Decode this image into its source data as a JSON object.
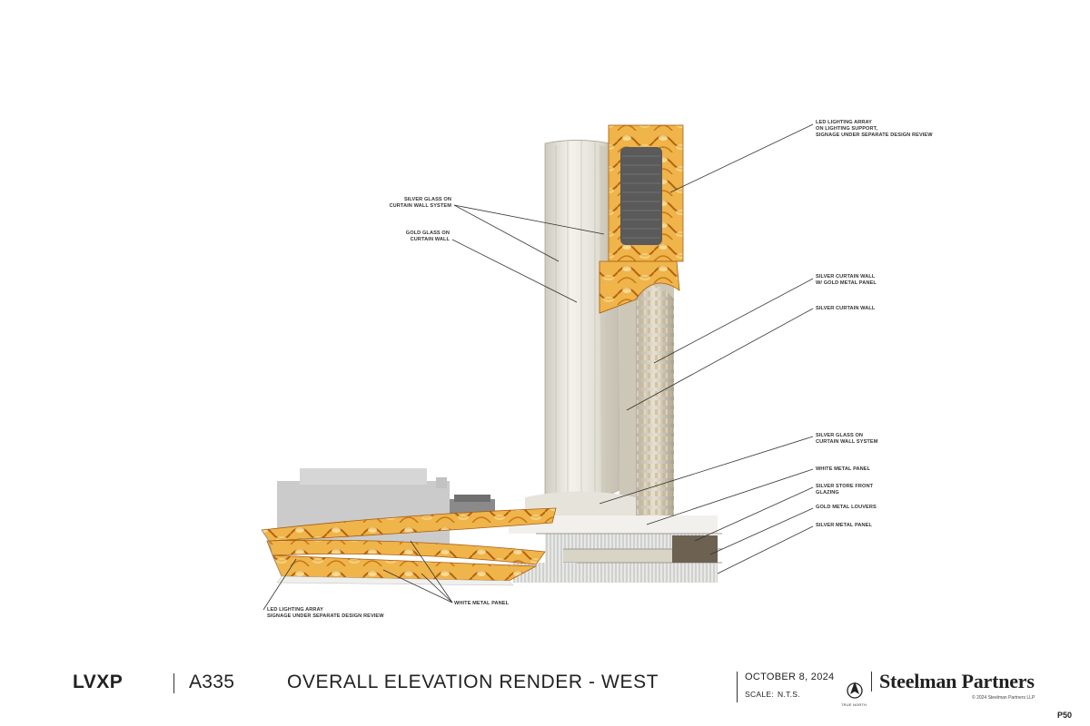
{
  "callouts": {
    "led_top": "LED LIGHTING ARRAY\nON LIGHTING SUPPORT,\nSIGNAGE UNDER SEPARATE DESIGN REVIEW",
    "silver_glass_tower": "SILVER GLASS ON\nCURTAIN WALL SYSTEM",
    "gold_glass": "GOLD GLASS ON\nCURTAIN WALL",
    "silver_curtain_gold_panel": "SILVER CURTAIN WALL\nW/ GOLD METAL PANEL",
    "silver_curtain_wall": "SILVER CURTAIN WALL",
    "silver_glass_base": "SILVER GLASS ON\nCURTAIN WALL SYSTEM",
    "white_metal_panel_right": "WHITE METAL PANEL",
    "silver_store_front": "SILVER STORE FRONT\nGLAZING",
    "gold_louvers": "GOLD METAL LOUVERS",
    "silver_metal_panel": "SILVER METAL PANEL",
    "led_bottom": "LED LIGHTING ARRAY\nSIGNAGE UNDER SEPARATE DESIGN REVIEW",
    "white_metal_panel_bottom": "WHITE METAL PANEL"
  },
  "title_block": {
    "project": "LVXP",
    "sheet": "A335",
    "title": "OVERALL ELEVATION RENDER - WEST",
    "date": "OCTOBER 8, 2024",
    "scale_label": "SCALE:",
    "scale_value": "N.T.S.",
    "north": "TRUE NORTH",
    "firm": "Steelman Partners",
    "copyright": "© 2024 Steelman Partners LLP",
    "page": "P50"
  },
  "colors": {
    "tower_silver": "#dcdad2",
    "gold_led": "#e8a93a",
    "gold_dark": "#b86a12",
    "metal_white": "#ededeb",
    "grey_block": "#cfcfcf",
    "leader_line": "#333333"
  }
}
